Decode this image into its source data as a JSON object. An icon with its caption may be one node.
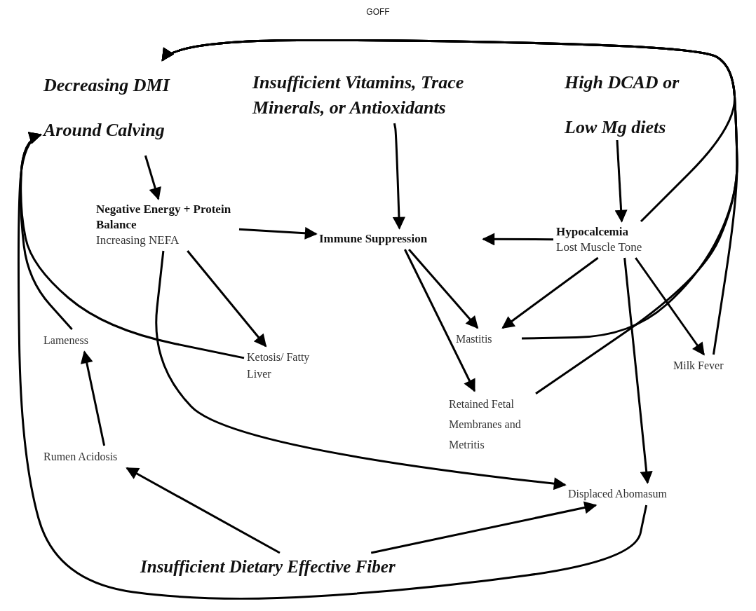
{
  "diagram": {
    "nodes": [
      {
        "text": [
          "Decreasing DMI Around Calving"
        ]
      },
      {
        "text": [
          "Insufficient Vitamins, Trace Minerals, or Antioxidants"
        ]
      },
      {
        "text": [
          "High DCAD or Low Mg diets"
        ]
      },
      {
        "text": [
          "Negative Energy + Protein Balance",
          "Increasing NEFA"
        ]
      },
      {
        "text": [
          "Immune Suppression"
        ]
      },
      {
        "text": [
          "Hypocalcemia",
          "Lost Muscle Tone"
        ]
      },
      {
        "text": [
          "Lameness"
        ]
      },
      {
        "text": [
          "Ketosis/ Fatty Liver"
        ]
      },
      {
        "text": [
          "Mastitis"
        ]
      },
      {
        "text": [
          "Milk Fever"
        ]
      },
      {
        "text": [
          "Retained Fetal Membranes and Metritis"
        ]
      },
      {
        "text": [
          "Rumen Acidosis"
        ]
      },
      {
        "text": [
          "Displaced Abomasum"
        ]
      },
      {
        "text": [
          "Insufficient Dietary Effective Fiber"
        ]
      }
    ],
    "edges": [
      {
        "from": 0,
        "to": 3,
        "arrow": "to"
      },
      {
        "from": 1,
        "to": 4,
        "arrow": "to"
      },
      {
        "from": 2,
        "to": 5,
        "arrow": "to"
      },
      {
        "from": 3,
        "to": 4,
        "arrow": "to"
      },
      {
        "from": 5,
        "to": 4,
        "arrow": "to"
      },
      {
        "from": 3,
        "to": 7,
        "arrow": "to"
      },
      {
        "from": 4,
        "to": 8,
        "arrow": "to"
      },
      {
        "from": 5,
        "to": 8,
        "arrow": "to"
      },
      {
        "from": 4,
        "to": 10,
        "arrow": "to"
      },
      {
        "from": 5,
        "to": 9,
        "arrow": "to"
      },
      {
        "from": 5,
        "to": 12,
        "arrow": "to"
      },
      {
        "from": 3,
        "to": 12,
        "arrow": "to"
      },
      {
        "from": 13,
        "to": 11,
        "arrow": "to"
      },
      {
        "from": 11,
        "to": 6,
        "arrow": "to"
      },
      {
        "from": 13,
        "to": 12,
        "arrow": "to"
      },
      {
        "from": 6,
        "to": 0,
        "arrow": "to"
      },
      {
        "from": 7,
        "to": 0,
        "arrow": "to"
      },
      {
        "from": 12,
        "to": 0,
        "arrow": "to"
      },
      {
        "from": 5,
        "to": 0,
        "arrow": "to"
      },
      {
        "from": 8,
        "to": 0,
        "arrow": "to"
      },
      {
        "from": 10,
        "to": 0,
        "arrow": "to"
      },
      {
        "from": 9,
        "to": 0,
        "arrow": "to"
      }
    ],
    "labels": [
      "GOFF"
    ]
  }
}
